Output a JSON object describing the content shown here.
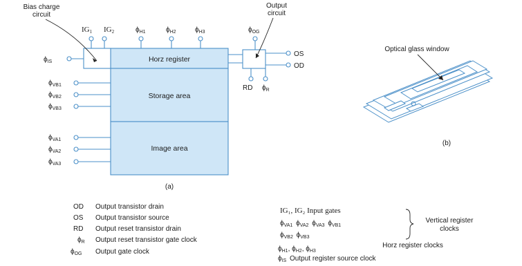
{
  "figure_a": {
    "callout_bias": [
      "Bias charge",
      "circuit"
    ],
    "callout_output": [
      "Output",
      "circuit"
    ],
    "regions": {
      "horz": "Horz register",
      "storage": "Storage area",
      "image": "Image area"
    },
    "top_pins": {
      "ig1": "IG",
      "ig1_sub": "1",
      "ig2": "IG",
      "ig2_sub": "2",
      "h1": "ϕ",
      "h1_sub": "H1",
      "h2": "ϕ",
      "h2_sub": "H2",
      "h3": "ϕ",
      "h3_sub": "H3",
      "og": "ϕ",
      "og_sub": "OG"
    },
    "left_pins": {
      "is": "ϕ",
      "is_sub": "IS",
      "vb1": "ϕ",
      "vb1_sub": "VB1",
      "vb2": "ϕ",
      "vb2_sub": "VB2",
      "vb3": "ϕ",
      "vb3_sub": "VB3",
      "va1": "ϕ",
      "va1_sub": "VA1",
      "va2": "ϕ",
      "va2_sub": "VA2",
      "va3": "ϕ",
      "va3_sub": "VA3"
    },
    "right_pins": {
      "os": "OS",
      "od": "OD"
    },
    "bottom_pins": {
      "rd": "RD",
      "r": "ϕ",
      "r_sub": "R"
    },
    "caption": "(a)"
  },
  "figure_b": {
    "label": "Optical glass window",
    "caption": "(b)"
  },
  "legend_left": [
    {
      "key": "OD",
      "desc": "Output transistor drain"
    },
    {
      "key": "OS",
      "desc": "Output transistor source"
    },
    {
      "key": "RD",
      "desc": "Output reset transistor drain"
    },
    {
      "key_sym": "ϕ",
      "key_sub": "R",
      "desc": "Output reset transistor gate clock"
    },
    {
      "key_sym": "ϕ",
      "key_sub": "OG",
      "desc": "Output gate clock"
    }
  ],
  "legend_right": {
    "line1": "IG₁, IG₂ Input gates",
    "line2_syms": [
      {
        "s": "ϕ",
        "sub": "VA1"
      },
      {
        "s": "ϕ",
        "sub": "VA2"
      },
      {
        "s": "ϕ",
        "sub": "VA3"
      },
      {
        "s": "ϕ",
        "sub": "VB1"
      }
    ],
    "line3_syms": [
      {
        "s": "ϕ",
        "sub": "VB2"
      },
      {
        "s": "ϕ",
        "sub": "VB3"
      }
    ],
    "vertical_label": [
      "Vertical register",
      "clocks"
    ],
    "horz_label": "Horz register clocks",
    "line5_syms": [
      {
        "s": "ϕ",
        "sub": "H1"
      },
      {
        "s": "ϕ",
        "sub": "H2"
      },
      {
        "s": "ϕ",
        "sub": "H3"
      }
    ],
    "line6_sym": {
      "s": "ϕ",
      "sub": "IS"
    },
    "line6_desc": "Output register source clock"
  }
}
